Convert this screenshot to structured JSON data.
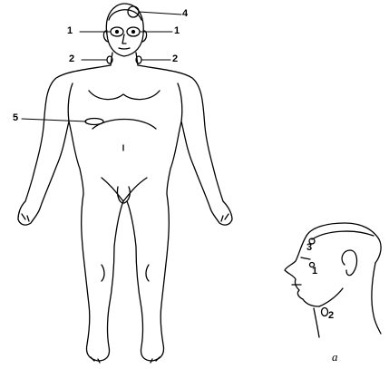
{
  "figure": {
    "front_view": {
      "labels": {
        "eye_left": "1",
        "eye_right": "1",
        "neck_left": "2",
        "neck_right": "2",
        "crown": "4",
        "abdomen": "5"
      }
    },
    "side_view": {
      "labels": {
        "temple": "3",
        "cheek": "1",
        "jaw": "2"
      },
      "caption": "a"
    }
  }
}
